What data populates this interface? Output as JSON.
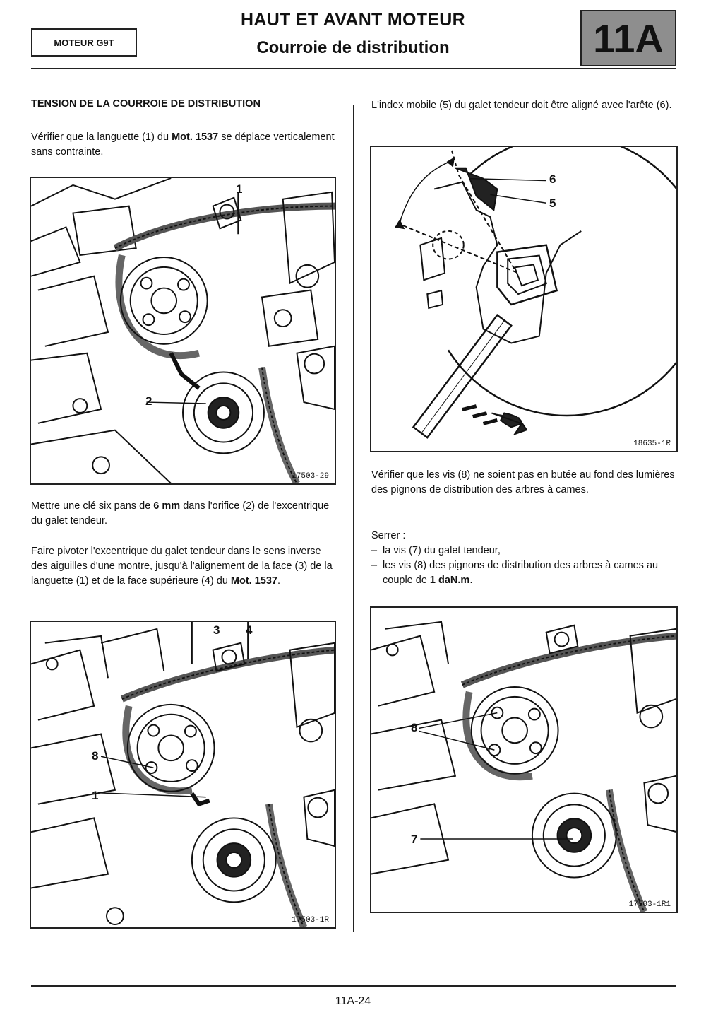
{
  "header": {
    "engine_label": "MOTEUR G9T",
    "title_line1": "HAUT ET AVANT MOTEUR",
    "title_line2": "Courroie de distribution",
    "section": "11A"
  },
  "left": {
    "heading": "TENSION DE LA COURROIE DE DISTRIBUTION",
    "para1_a": "Vérifier que la languette (1) du ",
    "para1_b": "Mot. 1537",
    "para1_c": " se déplace verticalement sans contrainte.",
    "para2_a": "Mettre une clé six pans de ",
    "para2_b": "6 mm",
    "para2_c": " dans l'orifice (2) de l'excentrique du galet tendeur.",
    "para3_a": "Faire pivoter l'excentrique du galet tendeur dans le sens inverse des aiguilles d'une montre, jusqu'à l'alignement de la face (3) de la languette (1) et de la face supérieure (4) du ",
    "para3_b": "Mot. 1537",
    "para3_c": "."
  },
  "right": {
    "para1": "L'index mobile (5) du galet tendeur doit être aligné avec l'arête (6).",
    "para2": "Vérifier que les vis (8) ne soient pas en butée au fond des lumières des pignons de distribution des arbres à cames.",
    "serrer": "Serrer :",
    "bullet1": "la vis (7) du galet tendeur,",
    "bullet2_a": "les vis (8) des pignons de distribution des arbres à cames au couple de ",
    "bullet2_b": "1 daN.m",
    "bullet2_c": "."
  },
  "figures": {
    "fig1": {
      "ref": "17503-29",
      "callouts": [
        "1",
        "2"
      ]
    },
    "fig2": {
      "ref": "18635-1R",
      "callouts": [
        "6",
        "5"
      ]
    },
    "fig3": {
      "ref": "17503-1R",
      "callouts": [
        "3",
        "4",
        "8",
        "1"
      ]
    },
    "fig4": {
      "ref": "17503-1R1",
      "callouts": [
        "8",
        "7"
      ]
    }
  },
  "footer": {
    "page_number": "11A-24"
  }
}
